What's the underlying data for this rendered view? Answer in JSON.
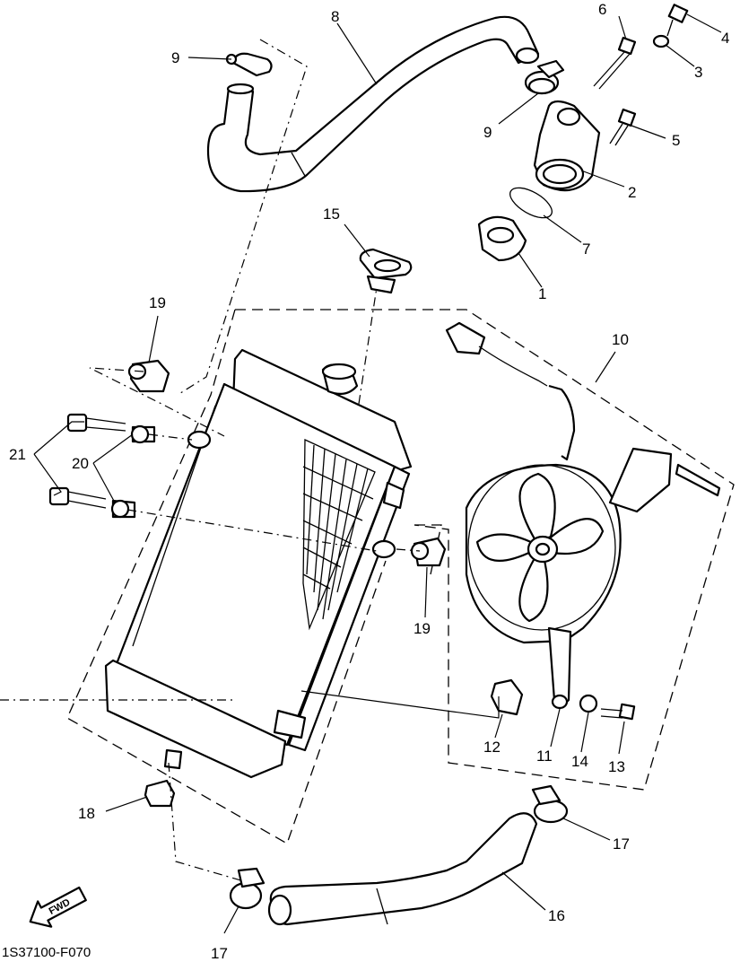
{
  "figure_code": "1S37100-F070",
  "fwd_label": "FWD",
  "labels": {
    "n1": "1",
    "n2": "2",
    "n3": "3",
    "n4": "4",
    "n5": "5",
    "n6": "6",
    "n7": "7",
    "n8": "8",
    "n9a": "9",
    "n9b": "9",
    "n10": "10",
    "n11": "11",
    "n12": "12",
    "n13": "13",
    "n14": "14",
    "n15": "15",
    "n16": "16",
    "n17a": "17",
    "n17b": "17",
    "n18": "18",
    "n19a": "19",
    "n19b": "19",
    "n20": "20",
    "n21": "21"
  }
}
